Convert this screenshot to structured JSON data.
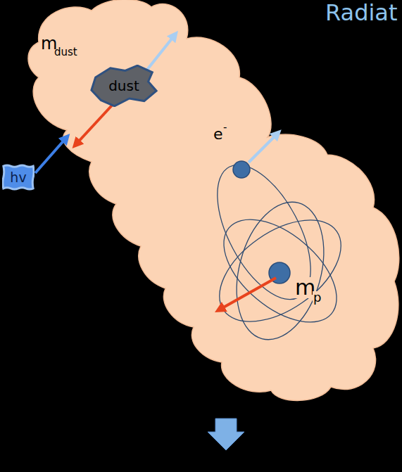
{
  "diagram": {
    "nodes": [
      {
        "text": [
          "dust"
        ]
      },
      {
        "text": [
          "hv"
        ]
      }
    ],
    "labels": [
      "Radiat",
      "m",
      "dust",
      "e",
      "-",
      "m",
      "p"
    ]
  }
}
